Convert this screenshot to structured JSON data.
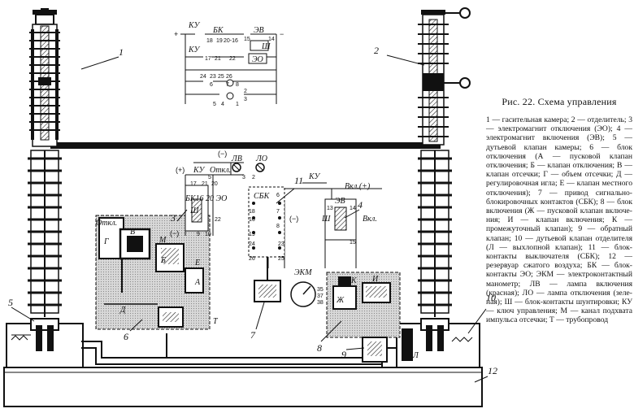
{
  "caption": {
    "title": "Рис. 22. Схема управле­ния",
    "legend": "1 — гасительная камера; 2 — отделитель; 3 — электромаг­нит отключения (ЭО); 4 — электромагнит включения (ЭВ); 5 — дутьевой клапан камеры; 6 — блок отключе­ния (А — пусковой клапан отключения; Б — клапан от­ключения; В — клапан от­сечки; Г — объем отсечки; Д — регулировочная игла; Е — клапан местного отклю­чения); 7 — привод сигналь­но-блокировочных контактов (СБК); 8 — блок включения (Ж — пусковой клапан включе­ния; И — клапан включе­ния; К — промежуточный клапан); 9 — обратный кла­пан; 10 — дутьевой клапан отделителя (Л — выхлопной клапан); 11 — блок-контакты выключателя (СБК); 12 — резервуар сжатого воздуха; БК — блок-контакты ЭО; ЭКМ — электроконтактный манометр; ЛВ — лампа включения (красная); ЛО — лампа отключения (зеле­ная); Ш — блок-контакты шунтировки; КУ — ключ уп­равления; М — канал под­хвата импульса отсечки; Т — трубопровод"
  },
  "callouts": {
    "n1": "1",
    "n2": "2",
    "n3": "3",
    "n4": "4",
    "n5": "5",
    "n6": "6",
    "n7": "7",
    "n8": "8",
    "n9": "9",
    "n10": "10",
    "n11": "11",
    "n12": "12"
  },
  "schematic": {
    "top_plus": "+",
    "top_minus": "−",
    "ku1": "КУ",
    "ku2": "КУ",
    "bk": "БК",
    "ev": "ЭВ",
    "eo": "ЭО",
    "sh": "Ш",
    "c18": "18",
    "c19": "19",
    "c20": "20-16",
    "c15": "15",
    "c14": "14",
    "c17": "17",
    "c21": "21",
    "c22": "22",
    "c24": "24",
    "c23": "23",
    "c25": "25",
    "c26": "26",
    "c6": "6",
    "c7": "7",
    "c8": "8",
    "c5": "5",
    "c4": "4",
    "c3": "3",
    "c1": "1",
    "c2": "2"
  },
  "control": {
    "minus1": "(−)",
    "lv": "ЛВ",
    "lo": "ЛО",
    "plus": "(+)",
    "ku": "КУ",
    "otkl": "Откл.",
    "ku2": "КУ",
    "vkl": "Вкл.(+)",
    "bk": "БК16 20 ЭО",
    "sbk": "СБК",
    "ev": "ЭВ",
    "otkl_label": "Откл.",
    "vkl_label": "Вкл.",
    "minus2": "(−)",
    "minus3": "(−)",
    "ekm": "ЭКМ",
    "sh": "Ш",
    "sh2": "Ш",
    "k17": "17",
    "k21": "21",
    "k22": "22",
    "k6": "6",
    "k7": "7",
    "k8": "8",
    "k18": "18",
    "k16": "16",
    "k19": "19",
    "k24": "24",
    "k23": "23",
    "k26": "26",
    "k25": "25",
    "k13": "13",
    "k14": "14",
    "k15": "15",
    "k35": "35",
    "k37": "37",
    "k38": "38",
    "k5": "5",
    "k3": "3",
    "k2": "2",
    "k9": "9",
    "k10": "10",
    "k20": "20"
  },
  "blocks": {
    "v": "В",
    "m": "М",
    "g": "Г",
    "b": "Б",
    "e": "Е",
    "a": "А",
    "d": "Д",
    "t": "Т",
    "k": "К",
    "i": "И",
    "zh": "Ж",
    "l": "Л"
  }
}
